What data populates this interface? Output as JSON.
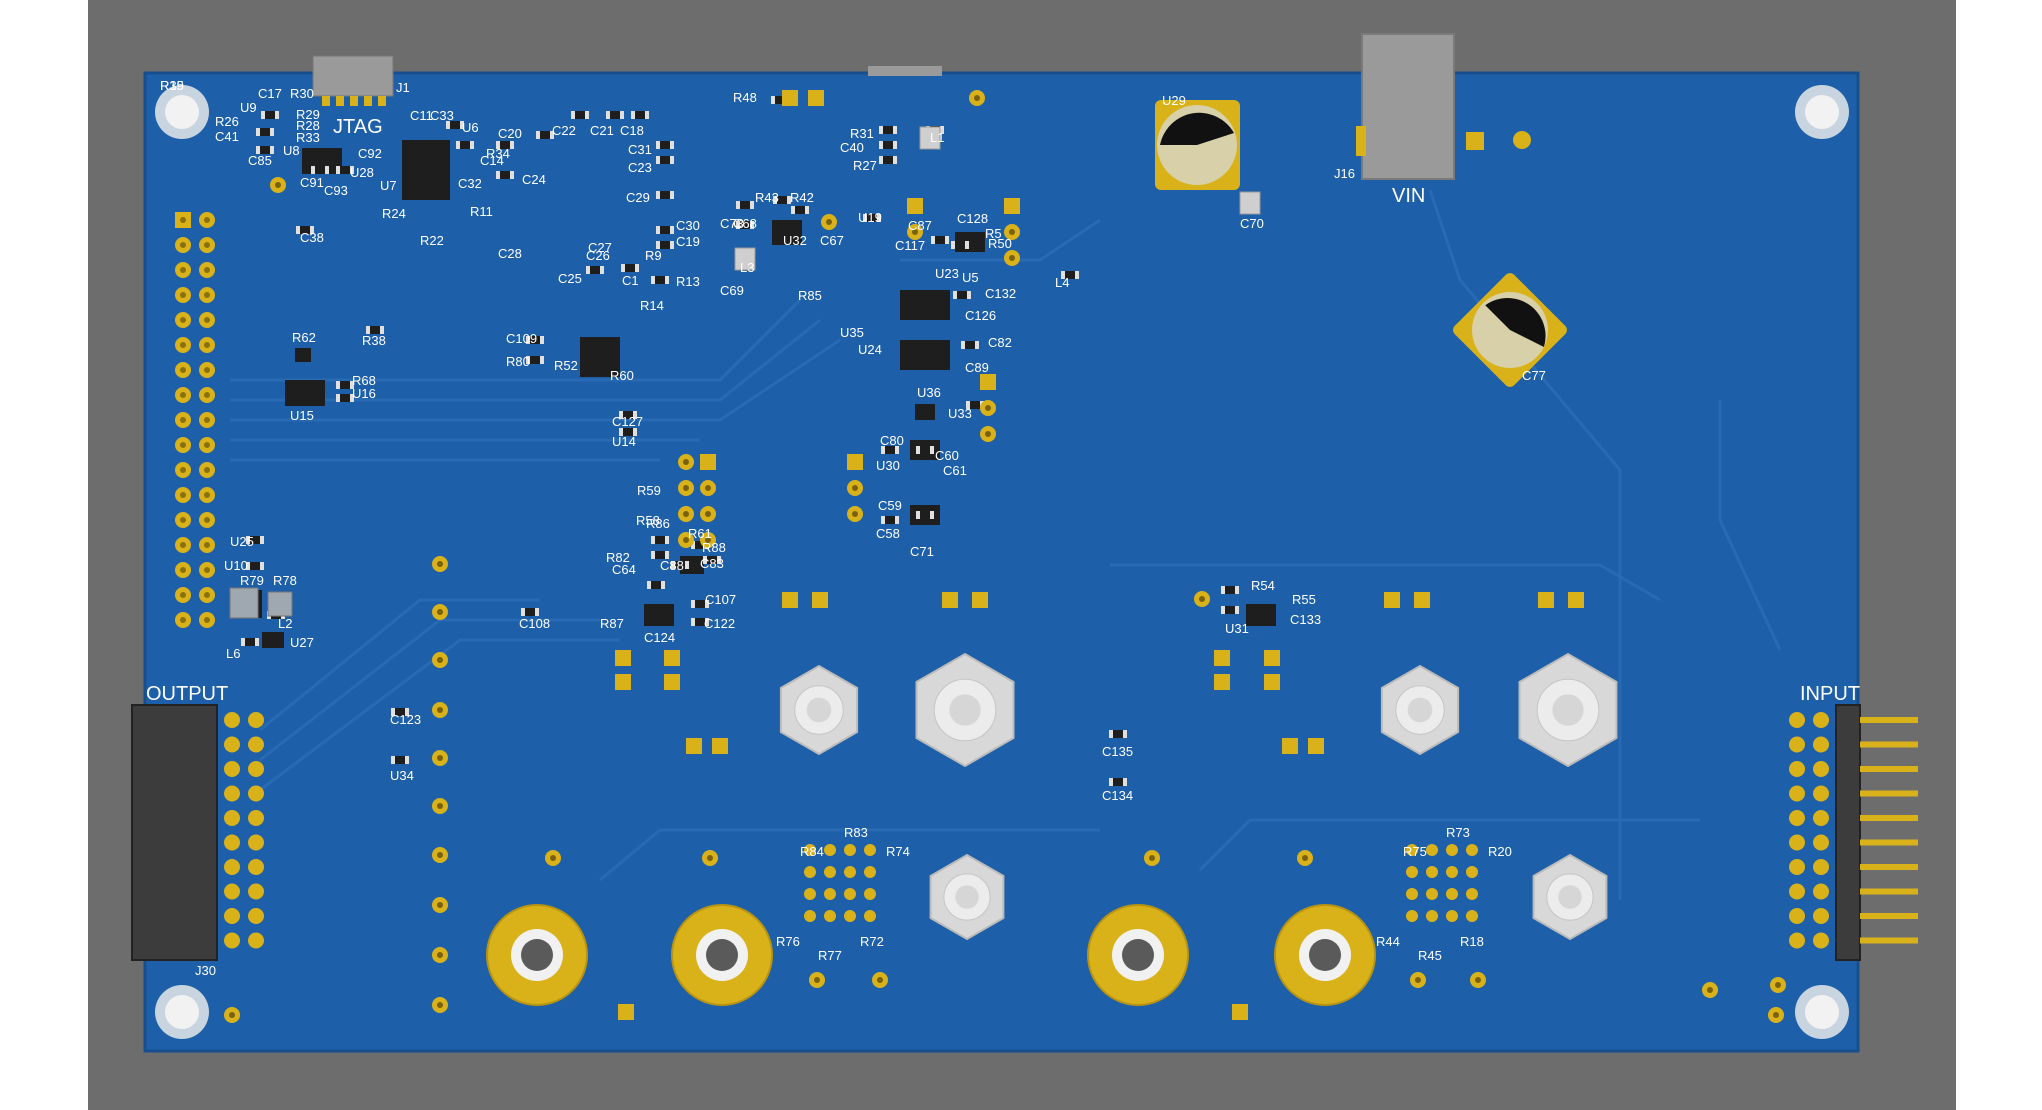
{
  "colors": {
    "frame": "#6d6d6d",
    "board": "#1d5fa8",
    "board_edge": "#174f8e",
    "trace": "#2a6cb5",
    "pad_gold": "#d9b21a",
    "pad_gold_dark": "#b89410",
    "ic_body": "#1e1e1e",
    "passive_end": "#e0e0e0",
    "silk": "#ffffff",
    "connector_body": "#3c3c3c",
    "usb_metal": "#9a9a9a",
    "standoff_gray": "#d8d8d8"
  },
  "silk_labels": {
    "jtag": "JTAG",
    "vin": "VIN",
    "output": "OUTPUT",
    "input": "INPUT",
    "j30": "J30",
    "j1": "J1",
    "j16": "J16"
  },
  "refdes": [
    "C17",
    "R30",
    "U9",
    "R26",
    "R29",
    "R28",
    "R33",
    "C41",
    "U8",
    "C85",
    "C92",
    "U28",
    "C91",
    "C93",
    "C11",
    "C33",
    "U7",
    "C32",
    "R24",
    "R22",
    "R11",
    "U6",
    "C20",
    "R34",
    "C14",
    "C24",
    "C28",
    "C22",
    "C21",
    "C18",
    "R48",
    "C31",
    "C23",
    "C29",
    "C30",
    "C19",
    "R9",
    "C27",
    "C26",
    "C25",
    "C1",
    "R13",
    "R14",
    "C73",
    "C68",
    "R43",
    "R42",
    "C69",
    "L3",
    "U32",
    "C67",
    "R85",
    "R31",
    "C40",
    "R27",
    "L1",
    "U19",
    "C117",
    "C87",
    "C128",
    "R5",
    "R50",
    "U5",
    "U23",
    "C132",
    "C126",
    "U35",
    "U24",
    "C82",
    "C89",
    "U36",
    "U33",
    "C80",
    "C60",
    "U30",
    "C61",
    "C59",
    "C58",
    "C71",
    "U29",
    "C70",
    "C77",
    "L4",
    "C38",
    "R38",
    "R62",
    "R68",
    "U16",
    "U15",
    "C109",
    "R80",
    "R52",
    "R60",
    "C127",
    "U14",
    "R59",
    "R58",
    "R86",
    "R61",
    "R82",
    "R88",
    "C64",
    "C88",
    "C83",
    "U25",
    "U10",
    "R79",
    "R78",
    "L2",
    "L6",
    "U27",
    "C108",
    "C107",
    "R87",
    "C122",
    "C124",
    "C123",
    "U34",
    "R54",
    "R55",
    "U31",
    "C133",
    "C135",
    "C134",
    "R83",
    "R84",
    "R74",
    "R76",
    "R72",
    "R77",
    "R73",
    "R75",
    "R20",
    "R44",
    "R18",
    "R45",
    "R19",
    "R35"
  ]
}
